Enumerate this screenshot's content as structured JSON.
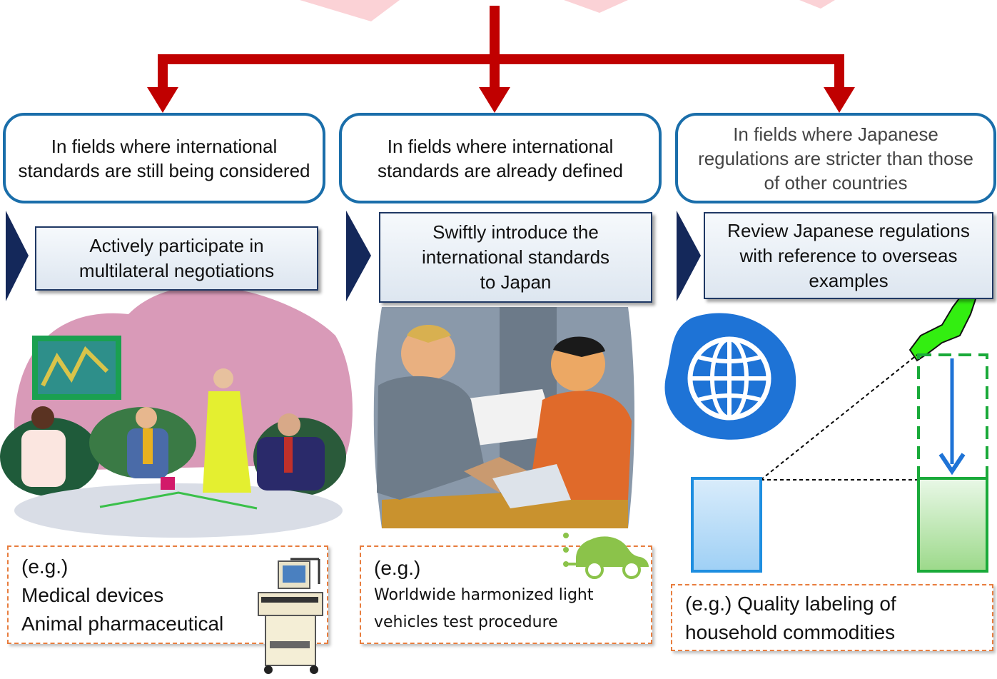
{
  "columns": [
    {
      "condition": "In fields where international\nstandards are  still being\nconsidered",
      "action": "Actively participate in\nmultilateral negotiations",
      "example": "(e.g.)\nMedical devices\nAnimal pharmaceutical"
    },
    {
      "condition": "In fields where international\nstandards are already defined",
      "action": "Swiftly introduce the\ninternational standards\nto Japan",
      "example": "(e.g.)\nWorldwide harmonized light\nvehicles test procedure"
    },
    {
      "condition": "In fields where Japanese\nregulations are stricter than\nthose of other countries",
      "action": "Review Japanese regulations\nwith reference to overseas\nexamples",
      "example": "(e.g.) Quality labeling of\nhousehold commodities"
    }
  ],
  "colors": {
    "arrow": "#c00000",
    "box_border": "#1a6eaa",
    "chevron": "#14285a",
    "dashed_border": "#e87d3e",
    "globe": "#1e73d6",
    "japan": "#33ee11",
    "bar_blue": "#1e8ee0",
    "bar_green": "#1aaa3a"
  },
  "icons": [
    "meeting-illustration",
    "handshake-illustration",
    "medical-device-icon",
    "car-icon",
    "globe-icon",
    "japan-map-icon"
  ]
}
